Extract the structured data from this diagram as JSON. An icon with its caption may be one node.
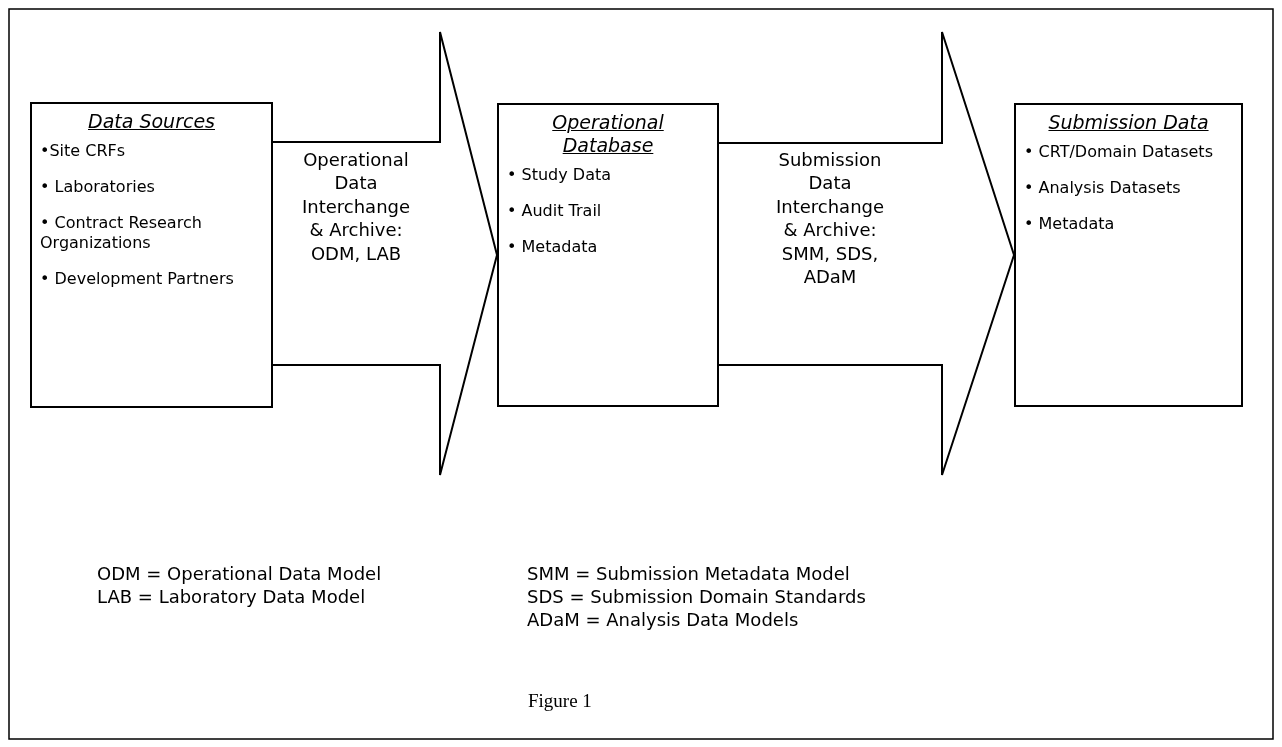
{
  "diagram": {
    "caption": "Figure 1",
    "nodes": [
      {
        "text": [
          "Data Sources",
          "•Site CRFs",
          "• Laboratories",
          "• Contract Research Organizations",
          "• Development Partners"
        ]
      },
      {
        "text": [
          "Operational Database",
          "• Study Data",
          "• Audit Trail",
          "• Metadata"
        ]
      },
      {
        "text": [
          "Submission Data",
          "• CRT/Domain Datasets",
          "• Analysis Datasets",
          "• Metadata"
        ]
      }
    ],
    "edges": [
      {
        "from": 0,
        "to": 1,
        "arrow": "to",
        "style": "thick",
        "label": "Operational Data Interchange & Archive: ODM, LAB"
      },
      {
        "from": 1,
        "to": 2,
        "arrow": "to",
        "style": "thick",
        "label": "Submission Data Interchange & Archive: SMM, SDS, ADaM"
      }
    ],
    "labels": [
      "ODM = Operational Data Model",
      "SMM = Submission Metadata Model",
      "LAB = Laboratory Data Model",
      "SDS = Submission Domain Standards",
      "ADaM = Analysis Data Models"
    ]
  }
}
